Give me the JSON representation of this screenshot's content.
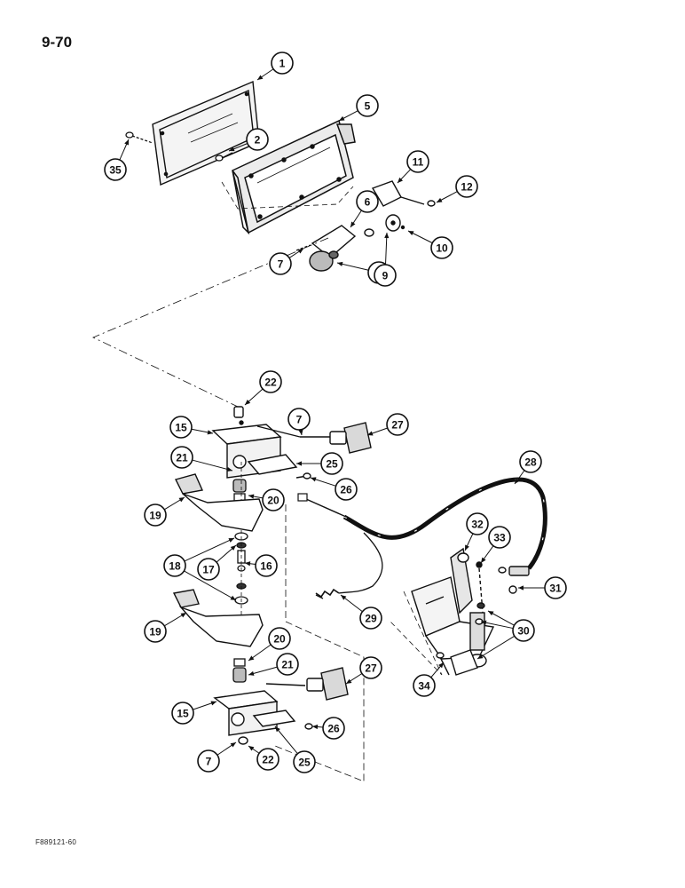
{
  "page": {
    "page_number": "9-70",
    "figure_code": "F889121-60"
  },
  "callouts": [
    {
      "id": "c1",
      "label": "1"
    },
    {
      "id": "c2",
      "label": "2"
    },
    {
      "id": "c35",
      "label": "35"
    },
    {
      "id": "c5",
      "label": "5"
    },
    {
      "id": "c11",
      "label": "11"
    },
    {
      "id": "c12",
      "label": "12"
    },
    {
      "id": "c6",
      "label": "6"
    },
    {
      "id": "c10",
      "label": "10"
    },
    {
      "id": "c7a",
      "label": "7"
    },
    {
      "id": "c8",
      "label": "8"
    },
    {
      "id": "c9",
      "label": "9"
    },
    {
      "id": "c22a",
      "label": "22"
    },
    {
      "id": "c15a",
      "label": "15"
    },
    {
      "id": "c7b",
      "label": "7"
    },
    {
      "id": "c27a",
      "label": "27"
    },
    {
      "id": "c21a",
      "label": "21"
    },
    {
      "id": "c25a",
      "label": "25"
    },
    {
      "id": "c26a",
      "label": "26"
    },
    {
      "id": "c28",
      "label": "28"
    },
    {
      "id": "c20a",
      "label": "20"
    },
    {
      "id": "c19a",
      "label": "19"
    },
    {
      "id": "c32",
      "label": "32"
    },
    {
      "id": "c33",
      "label": "33"
    },
    {
      "id": "c18",
      "label": "18"
    },
    {
      "id": "c17",
      "label": "17"
    },
    {
      "id": "c16",
      "label": "16"
    },
    {
      "id": "c31",
      "label": "31"
    },
    {
      "id": "c29",
      "label": "29"
    },
    {
      "id": "c30",
      "label": "30"
    },
    {
      "id": "c19b",
      "label": "19"
    },
    {
      "id": "c20b",
      "label": "20"
    },
    {
      "id": "c21b",
      "label": "21"
    },
    {
      "id": "c27b",
      "label": "27"
    },
    {
      "id": "c34",
      "label": "34"
    },
    {
      "id": "c15b",
      "label": "15"
    },
    {
      "id": "c26b",
      "label": "26"
    },
    {
      "id": "c7c",
      "label": "7"
    },
    {
      "id": "c22b",
      "label": "22"
    },
    {
      "id": "c25b",
      "label": "25"
    }
  ]
}
